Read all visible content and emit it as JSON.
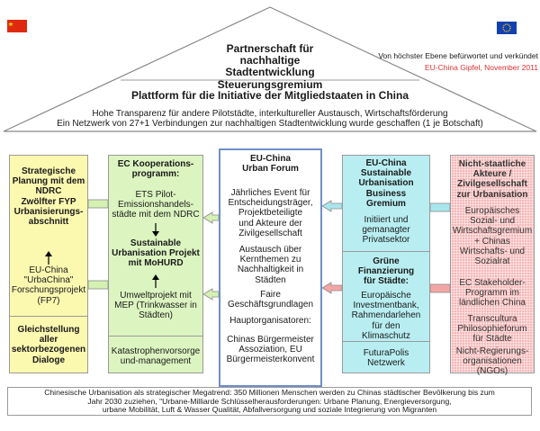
{
  "flags": {
    "left": "china-flag",
    "right": "eu-flag"
  },
  "header": {
    "roof_title": [
      "Partnerschaft für",
      "nachhaltige",
      "Stadtentwicklung Steuerungsgremium"
    ],
    "endorsement": "Von höchster Ebene befürwortet und verkündet",
    "summit": "EU-China Gipfel, November 2011",
    "platform": "Plattform für die Initiative der Mitgliedstaaten in China",
    "transparency": "Hohe Transparenz für andere Pilotstädte, interkultureller Austausch, Wirtschaftsförderung",
    "network": "Ein Netzwerk von 27+1 Verbindungen zur nachhaltigen Stadtentwicklung wurde geschaffen (1 je Botschaft)"
  },
  "col1": {
    "top": [
      "Strategische",
      "Planung mit dem",
      "NDRC",
      "Zwölfter FYP",
      "Urbanisierungs-",
      "abschnitt"
    ],
    "mid": [
      "EU-China",
      "\"UrbaChina\"",
      "Forschungsprojekt",
      "(FP7)"
    ],
    "bottom": [
      "Gleichstellung",
      "aller",
      "sektorbezogenen",
      "Dialoge"
    ]
  },
  "col2": {
    "title": [
      "EC Kooperations-",
      "programm:"
    ],
    "item1": [
      "ETS Pilot-",
      "Emissionshandels-",
      "städte mit dem NDRC"
    ],
    "item2": [
      "Sustainable",
      "Urbanisation Projekt",
      "mit MoHURD"
    ],
    "item3": [
      "Umweltprojekt mit",
      "MEP (Trinkwasser in",
      "Städten)"
    ],
    "bottom": [
      "Katastrophenvorsorge",
      "und-management"
    ]
  },
  "col3": {
    "title": [
      "EU-China",
      "Urban Forum"
    ],
    "p1": [
      "Jährliches Event für",
      "Entscheidungsträger,",
      "Projektbeteiligte",
      "und Akteure der",
      "Zivilgesellschaft"
    ],
    "p2": [
      "Austausch über",
      "Kernthemen zu",
      "Nachhaltigkeit in",
      "Städten"
    ],
    "p3": [
      "Faire",
      "Geschäftsgrundlagen"
    ],
    "p4": [
      "Hauptorganisatoren:"
    ],
    "p5": [
      "Chinas Bürgermeister",
      "Assoziation, EU",
      "Bürgermeisterkonvent"
    ]
  },
  "col4": {
    "title": [
      "EU-China",
      "Sustainable",
      "Urbanisation",
      "Business",
      "Gremium"
    ],
    "sub": [
      "Initiiert und",
      "gemanagter",
      "Privatsektor"
    ],
    "fin_title": [
      "Grüne",
      "Finanzierung",
      "für Städte:"
    ],
    "fin_body": [
      "Europäische",
      "Investmentbank,",
      "Rahmendarlehen",
      "für den",
      "Klimaschutz"
    ],
    "bottom": [
      "FuturaPolis",
      "Netzwerk"
    ]
  },
  "col5": {
    "title": [
      "Nicht-staatliche",
      "Akteure /",
      "Zivilgesellschaft",
      "zur Urbanisation"
    ],
    "p1": [
      "Europäisches",
      "Sozial- und",
      "Wirtschaftsgremium",
      "+ Chinas",
      "Wirtschafts- und",
      "Sozialrat"
    ],
    "p2": [
      "EC Stakeholder-",
      "Programm im",
      "ländlichen China"
    ],
    "p3": [
      "Transcultura",
      "Philosophieforum",
      "für Städte"
    ],
    "p4": [
      "Nicht-Regierungs-",
      "organisationen",
      "(NGOs)"
    ]
  },
  "footer": [
    "Chinesische Urbanisation als strategischer Megatrend: 350 Millionen Menschen werden zu Chinas städtischer Bevölkerung bis zum",
    "Jahr 2030 zuziehen, \"Urbane-Milliarde Schlüsselherausforderungen: Urbane Planung, Energieversorgung,",
    "urbane Mobilität, Luft & Wasser Qualität, Abfallversorgung und soziale Integrierung von Migranten"
  ],
  "colors": {
    "summit": "#e03030",
    "col1": "#fbf8b0",
    "col2": "#dcf4c0",
    "col4": "#b8eef2",
    "col5": "#f6b8b8",
    "arrow_green": "#d4f1b2",
    "arrow_cyan": "#a9e6ec",
    "arrow_red": "#f3a5a5"
  }
}
